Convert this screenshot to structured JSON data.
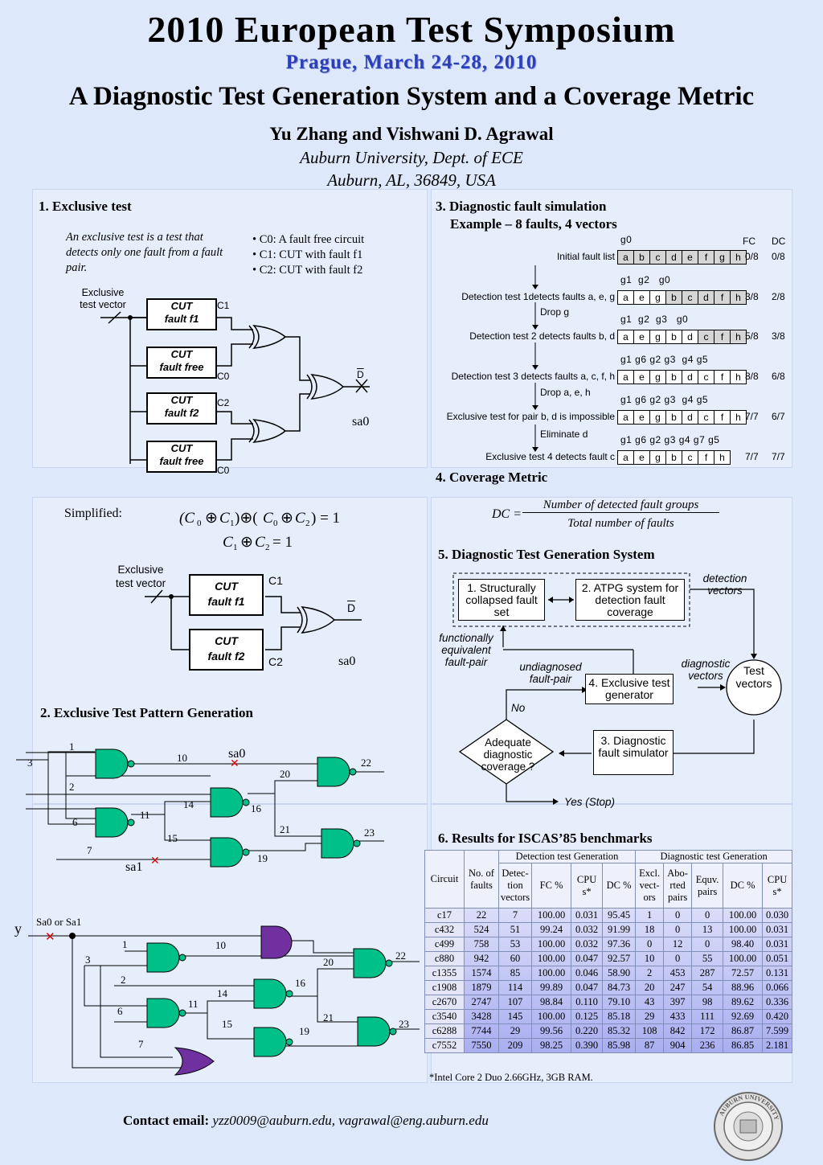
{
  "header": {
    "conference": "2010 European Test Symposium",
    "location": "Prague, March 24-28, 2010",
    "title": "A Diagnostic Test Generation System and a Coverage Metric",
    "authors": "Yu Zhang and Vishwani D. Agrawal",
    "affiliation1": "Auburn University, Dept. of ECE",
    "affiliation2": "Auburn, AL, 36849, USA"
  },
  "s1": {
    "title": "1. Exclusive test",
    "definition": "An exclusive test is a test that detects only one fault from a fault pair.",
    "bullets": [
      "• C0: A fault free circuit",
      "• C1: CUT with fault f1",
      "• C2: CUT with fault f2"
    ],
    "input_label1": "Exclusive",
    "input_label2": "test vector",
    "cuts": [
      {
        "l1": "CUT",
        "l2": "fault f1",
        "tag": "C1"
      },
      {
        "l1": "CUT",
        "l2": "fault free",
        "tag": "C0"
      },
      {
        "l1": "CUT",
        "l2": "fault f2",
        "tag": "C2"
      },
      {
        "l1": "CUT",
        "l2": "fault free",
        "tag": "C0"
      }
    ],
    "output": "D",
    "sa0": "sa0",
    "simplified": "Simplified:",
    "cuts2": [
      {
        "l1": "CUT",
        "l2": "fault f1",
        "tag": "C1"
      },
      {
        "l1": "CUT",
        "l2": "fault f2",
        "tag": "C2"
      }
    ]
  },
  "s2": {
    "title": "2. Exclusive Test Pattern Generation",
    "sa0": "sa0",
    "sa1": "sa1",
    "y": "y",
    "sa_label": "Sa0 or Sa1",
    "nets": [
      "1",
      "2",
      "3",
      "6",
      "7",
      "10",
      "11",
      "14",
      "15",
      "16",
      "19",
      "20",
      "21",
      "22",
      "23"
    ]
  },
  "s3": {
    "title": "3. Diagnostic fault simulation",
    "subtitle": "Example – 8 faults, 4 vectors",
    "col_fc": "FC",
    "col_dc": "DC",
    "rows": [
      {
        "label": "Initial fault list",
        "cells": [
          "a",
          "b",
          "c",
          "d",
          "e",
          "f",
          "g",
          "h"
        ],
        "gray": [
          0,
          1,
          2,
          3,
          4,
          5,
          6,
          7
        ],
        "groups": "g0",
        "fc": "0/8",
        "dc": "0/8"
      },
      {
        "label": "Detection test 1detects faults a, e, g",
        "cells": [
          "a",
          "e",
          "g",
          "b",
          "c",
          "d",
          "f",
          "h"
        ],
        "gray": [
          3,
          4,
          5,
          6,
          7
        ],
        "groups": "g1  g2   g0",
        "fc": "3/8",
        "dc": "2/8"
      },
      {
        "label": "Detection test 2 detects faults b, d",
        "cells": [
          "a",
          "e",
          "g",
          "b",
          "d",
          "c",
          "f",
          "h"
        ],
        "gray": [
          5,
          6,
          7
        ],
        "groups": "g1  g2  g3   g0",
        "fc": "5/8",
        "dc": "3/8"
      },
      {
        "label": "Detection test 3 detects faults a, c, f, h",
        "cells": [
          "a",
          "e",
          "g",
          "b",
          "d",
          "c",
          "f",
          "h"
        ],
        "gray": [],
        "groups": "g1 g6 g2 g3  g4 g5",
        "fc": "8/8",
        "dc": "6/8"
      },
      {
        "label": "Exclusive test for pair b, d is impossible",
        "cells": [
          "a",
          "e",
          "g",
          "b",
          "d",
          "c",
          "f",
          "h"
        ],
        "gray": [],
        "groups": "g1 g6 g2 g3  g4 g5",
        "fc": "7/7",
        "dc": "6/7"
      },
      {
        "label": "Exclusive test 4 detects fault c",
        "cells": [
          "a",
          "e",
          "g",
          "b",
          "c",
          "f",
          "h"
        ],
        "gray": [],
        "groups": "g1 g6 g2 g3 g4 g7 g5",
        "fc": "7/7",
        "dc": "7/7"
      }
    ],
    "steps": [
      "Drop g",
      "Drop a, e, h",
      "Eliminate d"
    ]
  },
  "s4": {
    "title": "4. Coverage Metric",
    "lhs": "DC =",
    "numerator": "Number of  detected  fault groups",
    "denominator": "Total number of  faults"
  },
  "s5": {
    "title": "5. Diagnostic Test Generation System",
    "b1": "1. Structurally collapsed fault set",
    "b2": "2. ATPG system for detection fault coverage",
    "b3": "3. Diagnostic fault simulator",
    "b4": "4. Exclusive test generator",
    "tv": "Test vectors",
    "diamond": "Adequate diagnostic coverage ?",
    "det_vectors": "detection vectors",
    "func_eq": "functionally equivalent fault-pair",
    "undiag": "undiagnosed fault-pair",
    "diag_vectors": "diagnostic vectors",
    "no": "No",
    "yes": "Yes (Stop)"
  },
  "s6": {
    "title": "6. Results for ISCAS’85 benchmarks",
    "group1": "Detection test Generation",
    "group2": "Diagnostic test Generation",
    "headers": [
      "Circuit",
      "No. of faults",
      "Detec-tion vectors",
      "FC %",
      "CPU s*",
      "DC %",
      "Excl. vect-ors",
      "Abo-rted pairs",
      "Equv. pairs",
      "DC %",
      "CPU s*"
    ],
    "rows": [
      [
        "c17",
        "22",
        "7",
        "100.00",
        "0.031",
        "95.45",
        "1",
        "0",
        "0",
        "100.00",
        "0.030"
      ],
      [
        "c432",
        "524",
        "51",
        "99.24",
        "0.032",
        "91.99",
        "18",
        "0",
        "13",
        "100.00",
        "0.031"
      ],
      [
        "c499",
        "758",
        "53",
        "100.00",
        "0.032",
        "97.36",
        "0",
        "12",
        "0",
        "98.40",
        "0.031"
      ],
      [
        "c880",
        "942",
        "60",
        "100.00",
        "0.047",
        "92.57",
        "10",
        "0",
        "55",
        "100.00",
        "0.051"
      ],
      [
        "c1355",
        "1574",
        "85",
        "100.00",
        "0.046",
        "58.90",
        "2",
        "453",
        "287",
        "72.57",
        "0.131"
      ],
      [
        "c1908",
        "1879",
        "114",
        "99.89",
        "0.047",
        "84.73",
        "20",
        "247",
        "54",
        "88.96",
        "0.066"
      ],
      [
        "c2670",
        "2747",
        "107",
        "98.84",
        "0.110",
        "79.10",
        "43",
        "397",
        "98",
        "89.62",
        "0.336"
      ],
      [
        "c3540",
        "3428",
        "145",
        "100.00",
        "0.125",
        "85.18",
        "29",
        "433",
        "111",
        "92.69",
        "0.420"
      ],
      [
        "c6288",
        "7744",
        "29",
        "99.56",
        "0.220",
        "85.32",
        "108",
        "842",
        "172",
        "86.87",
        "7.599"
      ],
      [
        "c7552",
        "7550",
        "209",
        "98.25",
        "0.390",
        "85.98",
        "87",
        "904",
        "236",
        "86.85",
        "2.181"
      ]
    ],
    "footnote": "*Intel Core 2 Duo 2.66GHz, 3GB RAM."
  },
  "contact": {
    "label": "Contact email:",
    "emails": "yzz0009@auburn.edu, vagrawal@eng.auburn.edu"
  },
  "seal": {
    "text": "AUBURN UNIVERSITY"
  }
}
